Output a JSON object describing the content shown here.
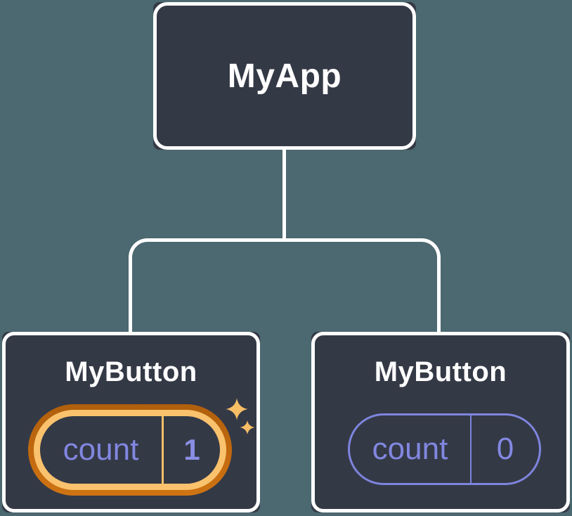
{
  "diagram_type": "react-component-tree",
  "tree": {
    "root": {
      "label": "MyApp"
    },
    "children": [
      {
        "label": "MyButton",
        "state": {
          "key": "count",
          "value": "1"
        },
        "highlighted": true
      },
      {
        "label": "MyButton",
        "state": {
          "key": "count",
          "value": "0"
        },
        "highlighted": false
      }
    ]
  },
  "icons": {
    "sparkle": "four-point-star"
  },
  "colors": {
    "background": "#4C6870",
    "node_fill": "#343946",
    "node_border": "#FFFFFF",
    "connector": "#FFFFFF",
    "state_purple": "#7E85DE",
    "state_value_purple": "#8A8FE4",
    "highlight_ring_outer": "#C2690F",
    "highlight_ring_inner": "#FAC26D",
    "highlight_divider": "#F8BF68",
    "sparkle_gold": "#F8BE66"
  }
}
